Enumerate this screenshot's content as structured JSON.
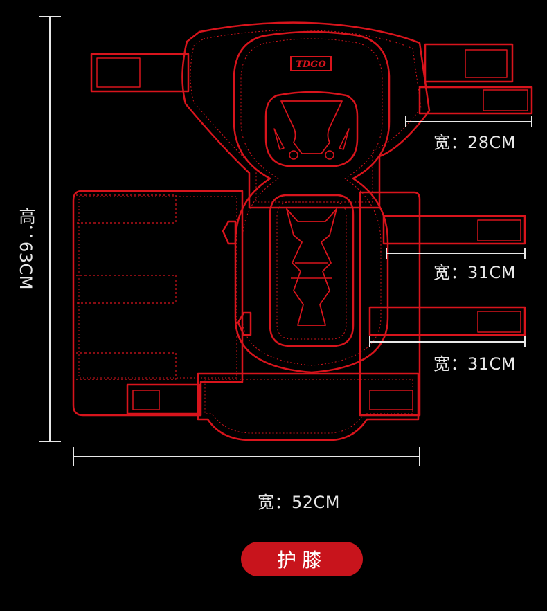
{
  "brand": "TDGO",
  "product_name": "护膝",
  "dimensions": {
    "height": "高：63CM",
    "strap_top": "宽：28CM",
    "strap_middle": "宽：31CM",
    "strap_lower": "宽：31CM",
    "overall_width": "宽：52CM"
  },
  "colors": {
    "background": "#000000",
    "outline": "#d8141c",
    "dimension_line": "#e8e8e8",
    "pill": "#c8141c"
  }
}
